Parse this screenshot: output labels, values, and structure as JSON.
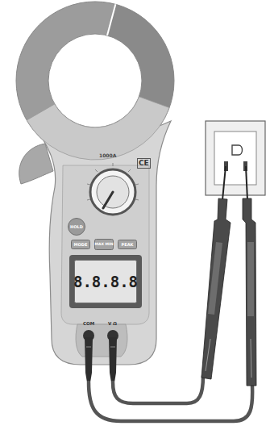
{
  "diagram": {
    "nodes": [
      {
        "text": [
          "HOLD"
        ]
      },
      {
        "text": [
          "MODE"
        ]
      },
      {
        "text": [
          "MAX MIN"
        ]
      },
      {
        "text": [
          "PEAK"
        ]
      },
      {
        "text": [
          "8.8.8.8"
        ]
      }
    ],
    "labels": [
      "1000A",
      "CE",
      "COM",
      "V Ω"
    ]
  }
}
